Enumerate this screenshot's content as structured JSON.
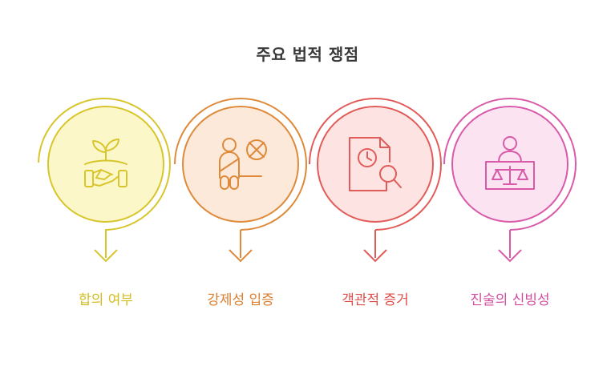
{
  "title": "주요 법적 쟁점",
  "steps": [
    {
      "label": "합의 여부",
      "icon": "handshake-sprout-icon",
      "stroke": "#d8c52c",
      "fill": "#fbf7c9"
    },
    {
      "label": "강제성 입증",
      "icon": "coerced-person-icon",
      "stroke": "#de8a3a",
      "fill": "#fde9da"
    },
    {
      "label": "객관적 증거",
      "icon": "document-magnifier-icon",
      "stroke": "#e15c58",
      "fill": "#fde3e2"
    },
    {
      "label": "진술의 신빙성",
      "icon": "witness-scales-icon",
      "stroke": "#d85aa8",
      "fill": "#fbe3f2"
    }
  ]
}
